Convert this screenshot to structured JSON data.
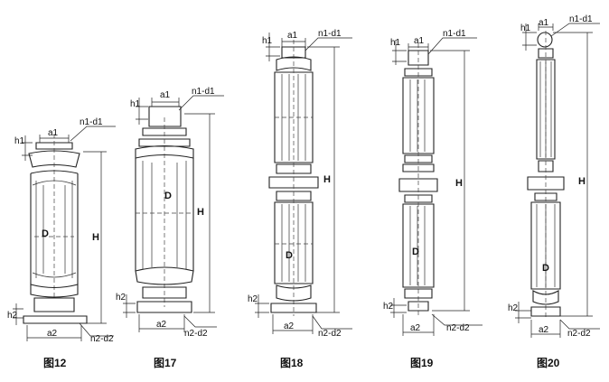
{
  "labels": {
    "a1": "a1",
    "n1_d1": "n1-d1",
    "h1": "h1",
    "h2": "h2",
    "a2": "a2",
    "n2_d2": "n2-d2",
    "H": "H",
    "D": "D"
  },
  "figures": [
    {
      "id": "fig12",
      "caption": "图12"
    },
    {
      "id": "fig17",
      "caption": "图17"
    },
    {
      "id": "fig18",
      "caption": "图18"
    },
    {
      "id": "fig19",
      "caption": "图19"
    },
    {
      "id": "fig20",
      "caption": "图20"
    }
  ]
}
